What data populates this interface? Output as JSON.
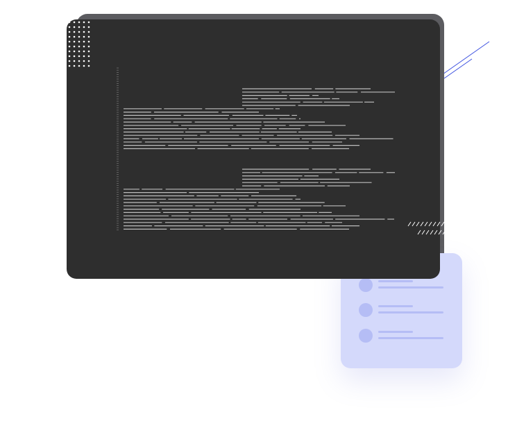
{
  "illustration": {
    "colors": {
      "card_background": "#2e2e2e",
      "card_back_layer": "#5c5c60",
      "code_lines": "#bdbdbd",
      "gutter_marks": "#6e6e6e",
      "list_card_background": "#d4d9fb",
      "list_card_elements": "#b5bdf5",
      "accent_lines": "#3b4fe0",
      "slash_marks": "#ffffff",
      "dot_pattern": "#ffffff"
    },
    "code_blocks": 2,
    "list_items": 3,
    "icons": [
      "dot-grid-pattern",
      "diagonal-accent-lines",
      "slash-pattern"
    ]
  }
}
